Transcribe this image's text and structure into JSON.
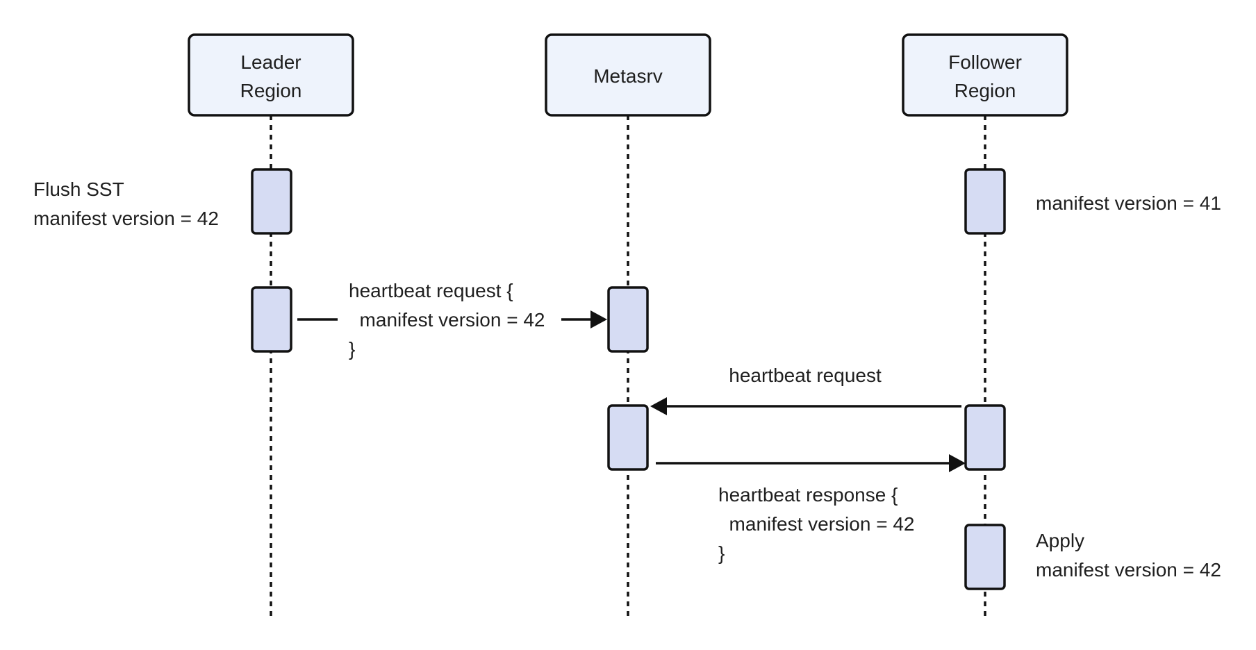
{
  "participants": {
    "leader": {
      "line1": "Leader",
      "line2": "Region"
    },
    "metasrv": {
      "label": "Metasrv"
    },
    "follower": {
      "line1": "Follower",
      "line2": "Region"
    }
  },
  "notes": {
    "leader_flush": {
      "line1": "Flush SST",
      "line2": "manifest version = 42"
    },
    "follower_initial": {
      "line1": "manifest version = 41"
    },
    "follower_apply": {
      "line1": "Apply",
      "line2": "manifest version = 42"
    }
  },
  "messages": {
    "leader_heartbeat": {
      "line1": "heartbeat request {",
      "line2": "  manifest version = 42",
      "line3": "}"
    },
    "follower_heartbeat": {
      "line1": "heartbeat request"
    },
    "heartbeat_response": {
      "line1": "heartbeat response {",
      "line2": "  manifest version = 42",
      "line3": "}"
    }
  }
}
